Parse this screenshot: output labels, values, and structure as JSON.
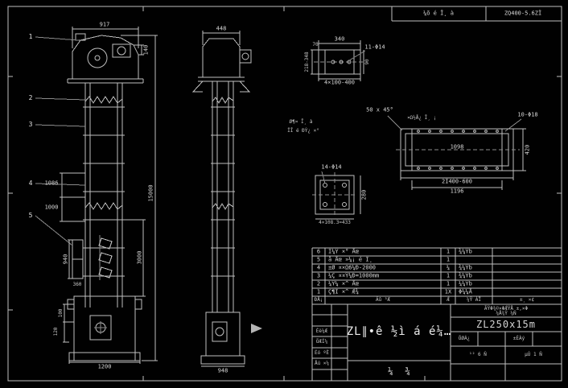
{
  "top_bar": {
    "cell1": "¼õ é Ī¸ à",
    "cell2": "ZQ400-5.6ZÏ"
  },
  "labels": {
    "balloon_1": "1",
    "balloon_2": "2",
    "balloon_3": "3",
    "balloon_4": "4",
    "balloon_5": "5",
    "dim_917": "917",
    "dim_140": "140",
    "dim_15000": "15000",
    "dim_3000": "3000",
    "dim_1086": "1086",
    "dim_1000": "1000",
    "dim_940": "940",
    "dim_360": "360",
    "dim_100": "100",
    "dim_120": "120",
    "dim_1200": "1200",
    "dim_448": "448",
    "dim_948": "948",
    "dim_340": "340",
    "dim_70": "70",
    "holes_11": "11-Φ14",
    "dim_218": "218-348",
    "dim_90": "90",
    "dim_4x100": "4×100-400",
    "chamfer_note": "50 x 45°",
    "note_a1": "Ø¶¤ Ī¸ à",
    "note_a2": "ÏĪ é ÐÝ¿ ×°",
    "note_part": "¤Ω½Å¿ Ī¸ ¡",
    "holes_10": "10-Φ18",
    "dim_1098": "1098",
    "dim_420": "420",
    "dim_21400": "2Ī400-600",
    "dim_1196": "1196",
    "holes_14": "14-Φ14",
    "dim_280": "280",
    "dim_4x108": "4×108.3=433"
  },
  "bom": {
    "header": {
      "no": "ĐÅ¡",
      "name": "Ãû ³Æ",
      "qty": "Ǽ",
      "mat": "¼Ÿ ÁÏ",
      "note": "±¸ ×¢"
    },
    "rows": [
      {
        "no": "6",
        "name": "Ī¼Ϋ ×° Åœ",
        "qty": "1",
        "mat": "¾¼Ϋb"
      },
      {
        "no": "5",
        "name": "å Åœ »¼¡ é Ī¸",
        "qty": "1",
        "mat": ""
      },
      {
        "no": "4",
        "name": "±Ø ¤×Ω6¼Ð-2000",
        "qty": "¼",
        "mat": "¾¼Ϋb"
      },
      {
        "no": "3",
        "name": "¼Ç ¤¤Ϋ¼Ð=1000mm",
        "qty": "1",
        "mat": "¾¼Ϋb"
      },
      {
        "no": "2",
        "name": "¼Ϋ¼ ×^ Åœ",
        "qty": "1",
        "mat": "¼¼Ϋb"
      },
      {
        "no": "1",
        "name": "Ç¶Ī ×^ Ǽ¾",
        "qty": "1X",
        "mat": "Φ¼¼Å"
      }
    ]
  },
  "title_block": {
    "note_line1": "ÃŸΦ¾©×ΦǼΫÅ ±,×Φ",
    "note_line2": "¼Å¾Ÿ ¼Ň",
    "model": "ZL250x15m",
    "title": "ZL∥•ê ½ì á é¼…",
    "sheet_char": "¼ ¾",
    "sig_1": "Éè¼Æ",
    "sig_2": "ÖÆÍ¼",
    "sig_3": "Éó ºË",
    "sig_4": "Åú ×¼",
    "cell_weight": "ÖØÁ¿",
    "cell_scale": "±ÈÀý",
    "cell_total": "¹² 6 Ň",
    "cell_page": "µÚ 1 Ň"
  }
}
